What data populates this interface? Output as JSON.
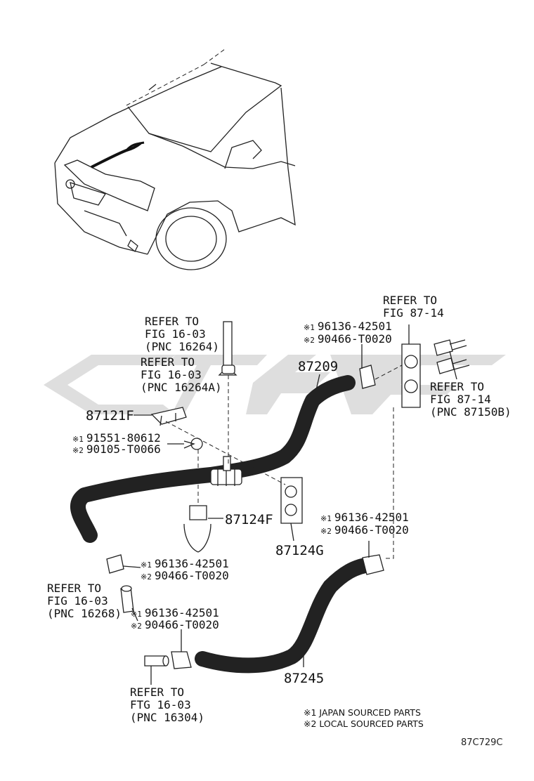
{
  "refs": {
    "top_left": [
      "REFER TO",
      "FIG 16-03",
      "(PNC 16264)"
    ],
    "mid_left": [
      "REFER TO",
      "FIG 16-03",
      "(PNC 16264A)"
    ],
    "top_right": [
      "REFER TO",
      "FIG 87-14"
    ],
    "right": [
      "REFER TO",
      "FIG 87-14",
      "(PNC 87150B)"
    ],
    "left_low": [
      "REFER TO",
      "FIG 16-03",
      "(PNC 16268)"
    ],
    "bottom": [
      "REFER TO",
      "FTG 16-03",
      "(PNC 16304)"
    ]
  },
  "parts": {
    "p87209": "87209",
    "p87121F": "87121F",
    "p87124F": "87124F",
    "p87124G": "87124G",
    "p87245": "87245"
  },
  "pairs": {
    "clampTop": {
      "m1": "※1",
      "v1": "96136-42501",
      "m2": "※2",
      "v2": "90466-T0020"
    },
    "bolt": {
      "m1": "※1",
      "v1": "91551-80612",
      "m2": "※2",
      "v2": "90105-T0066"
    },
    "clampRight": {
      "m1": "※1",
      "v1": "96136-42501",
      "m2": "※2",
      "v2": "90466-T0020"
    },
    "clampLeft": {
      "m1": "※1",
      "v1": "96136-42501",
      "m2": "※2",
      "v2": "90466-T0020"
    },
    "clampLow": {
      "m1": "※1",
      "v1": "96136-42501",
      "m2": "※2",
      "v2": "90466-T0020"
    }
  },
  "legend": [
    "※1 JAPAN SOURCED PARTS",
    "※2 LOCAL SOURCED PARTS"
  ],
  "diagram_code": "87C729C"
}
